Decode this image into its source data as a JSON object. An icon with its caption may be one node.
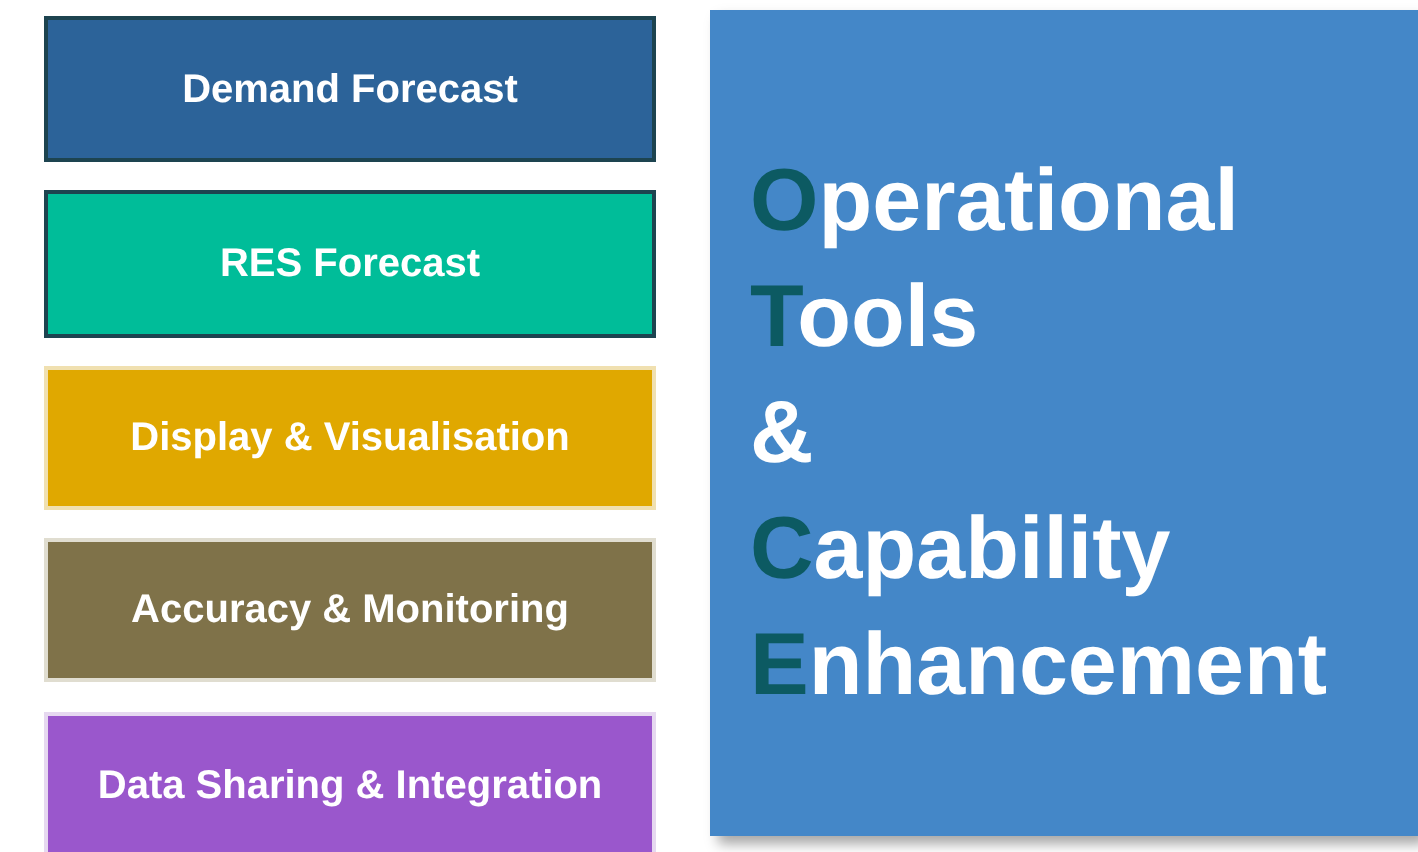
{
  "diagram": {
    "nodes": [
      {
        "text": [
          "Demand Forecast"
        ]
      },
      {
        "text": [
          "RES Forecast"
        ]
      },
      {
        "text": [
          "Display & Visualisation"
        ]
      },
      {
        "text": [
          "Accuracy & Monitoring"
        ]
      },
      {
        "text": [
          "Data Sharing & Integration"
        ]
      },
      {
        "text": [
          "Operational Tools & Capability Enhancement"
        ]
      }
    ]
  }
}
